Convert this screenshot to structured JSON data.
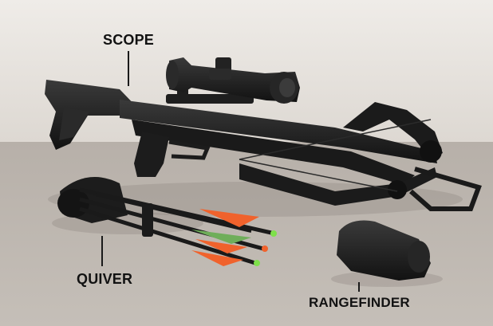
{
  "labels": {
    "scope": "SCOPE",
    "quiver": "QUIVER",
    "rangefinder": "RANGEFINDER"
  },
  "colors": {
    "wall": "#e9e6e2",
    "floor": "#b9b2ab",
    "equipment": "#1c1c1c",
    "fletch_orange": "#f0622c",
    "fletch_green": "#6fae5a",
    "nock_green": "#7ee04a"
  }
}
